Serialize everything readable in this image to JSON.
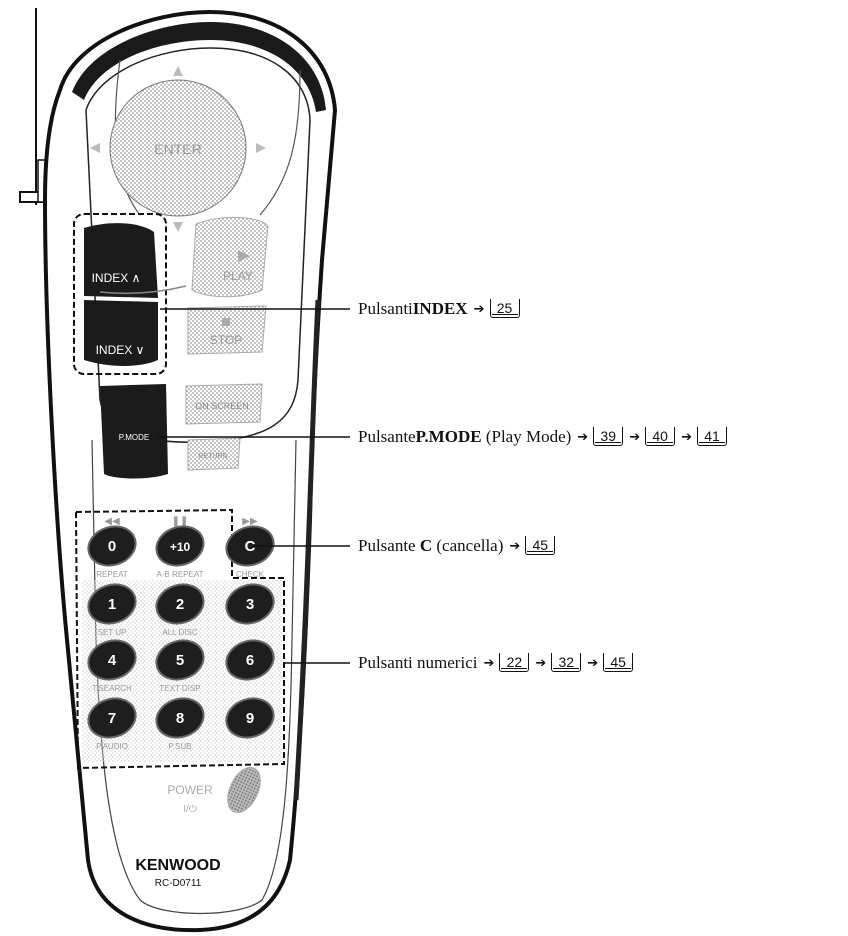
{
  "remote": {
    "nav": {
      "enter_label": "ENTER"
    },
    "buttons": {
      "play_label": "PLAY",
      "stop_label": "STOP",
      "index_up_label": "INDEX ∧",
      "index_down_label": "INDEX ∨",
      "p_mode_label": "P.MODE",
      "on_screen_label": "ON SCREEN",
      "return_label": "RETURN"
    },
    "keypad": [
      {
        "key": "0",
        "sub": "REPEAT"
      },
      {
        "key": "+10",
        "sub": "A-B REPEAT"
      },
      {
        "key": "C",
        "sub": "CHECK"
      },
      {
        "key": "1",
        "sub": "SET UP"
      },
      {
        "key": "2",
        "sub": "ALL DISC"
      },
      {
        "key": "3",
        "sub": ""
      },
      {
        "key": "4",
        "sub": "T.SEARCH"
      },
      {
        "key": "5",
        "sub": "TEXT DISP"
      },
      {
        "key": "6",
        "sub": ""
      },
      {
        "key": "7",
        "sub": "P.AUDIO"
      },
      {
        "key": "8",
        "sub": "P.SUB"
      },
      {
        "key": "9",
        "sub": ""
      }
    ],
    "power_label": "POWER",
    "brand": "KENWOOD",
    "model": "RC-D0711"
  },
  "callouts": [
    {
      "prefix": "Pulsanti ",
      "bold": "INDEX",
      "suffix": "",
      "refs": [
        "25"
      ]
    },
    {
      "prefix": "Pulsante ",
      "bold": "P.MODE",
      "suffix": " (Play Mode)",
      "refs": [
        "39",
        "40",
        "41"
      ]
    },
    {
      "prefix": "Pulsante ",
      "bold": "C",
      "suffix": " (cancella)",
      "refs": [
        "45"
      ]
    },
    {
      "prefix": "Pulsanti numerici",
      "bold": "",
      "suffix": "",
      "refs": [
        "22",
        "32",
        "45"
      ]
    }
  ]
}
